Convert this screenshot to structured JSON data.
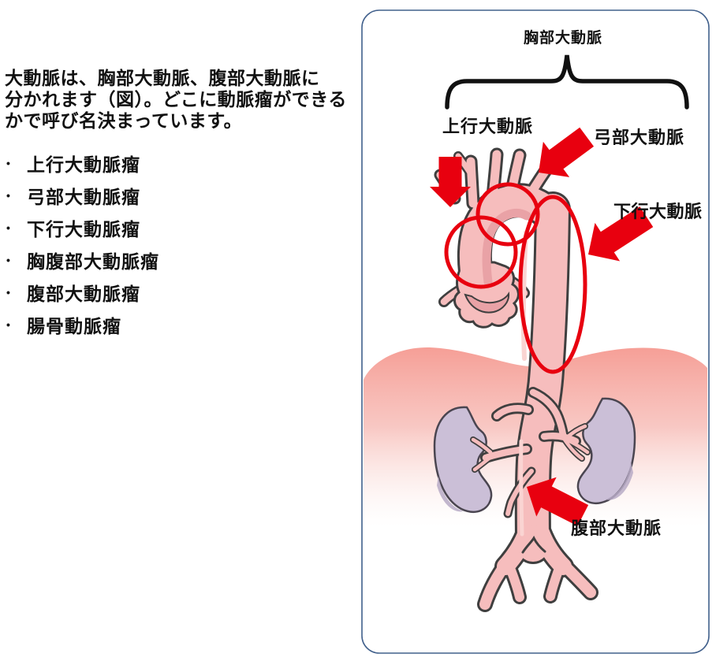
{
  "left_panel": {
    "paragraph_lines": [
      "大動脈は、胸部大動脈、腹部大動脈に",
      "分かれます（図）。どこに動脈瘤ができる",
      "かで呼び名決まっています。"
    ],
    "bullet_marker": "•",
    "bullets": [
      "上行大動脈瘤",
      "弓部大動脈瘤",
      "下行大動脈瘤",
      "胸腹部大動脈瘤",
      "腹部大動脈瘤",
      "腸骨動脈瘤"
    ]
  },
  "diagram": {
    "labels": {
      "thoracic_aorta": "胸部大動脈",
      "ascending_aorta": "上行大動脈",
      "aortic_arch": "弓部大動脈",
      "descending_aorta": "下行大動脈",
      "abdominal_aorta": "腹部大動脈"
    },
    "colors": {
      "annotation_red": "#E8000F",
      "aorta_pink": "#F6BDBD",
      "aorta_shade": "#E9A2A6",
      "vessel_outline": "#3F3F3F",
      "kidney_fill": "#CBBFD7",
      "kidney_outline": "#4A4550",
      "body_background_top": "#F5988F",
      "box_border": "#41608C",
      "brace_color": "#111111"
    }
  }
}
